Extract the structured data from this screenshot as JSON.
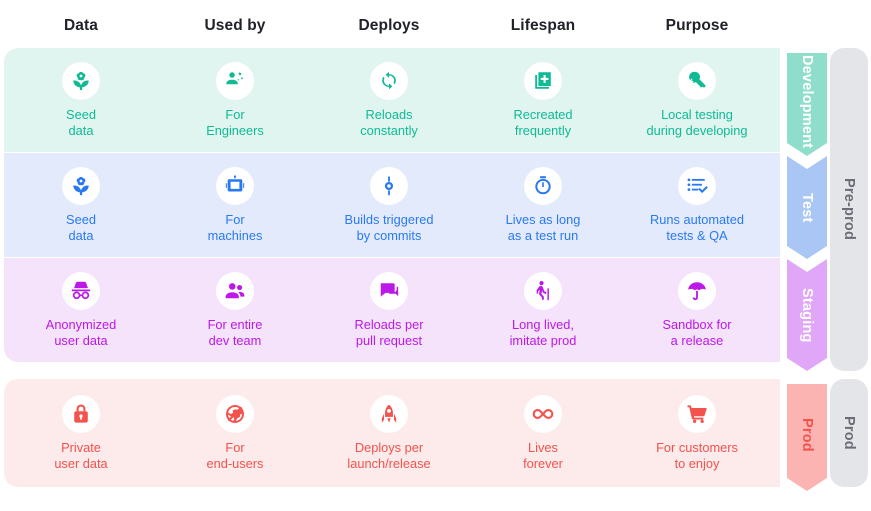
{
  "headers": [
    {
      "label": "Data"
    },
    {
      "label": "Used by"
    },
    {
      "label": "Deploys"
    },
    {
      "label": "Lifespan"
    },
    {
      "label": "Purpose"
    }
  ],
  "environments": [
    {
      "name": "Development",
      "arrow_label": "Development",
      "band_color": "#e0f5f0",
      "accent_color": "#0fba95",
      "arrow_color": "#8fdecb",
      "arrow_text_color": "#ffffff",
      "cells": [
        {
          "icon": "seed-flower-icon",
          "label": "Seed\ndata"
        },
        {
          "icon": "engineer-person-gears-icon",
          "label": "For\nEngineers"
        },
        {
          "icon": "reload-refresh-icon",
          "label": "Reloads\nconstantly"
        },
        {
          "icon": "add-document-copy-icon",
          "label": "Recreated\nfrequently"
        },
        {
          "icon": "wrench-icon",
          "label": "Local testing\nduring developing"
        }
      ]
    },
    {
      "name": "Test",
      "arrow_label": "Test",
      "band_color": "#e3eafc",
      "accent_color": "#2979f2",
      "arrow_color": "#a9c6f5",
      "arrow_text_color": "#ffffff",
      "cells": [
        {
          "icon": "seed-flower-icon",
          "label": "Seed\ndata"
        },
        {
          "icon": "robot-icon",
          "label": "For\nmachines"
        },
        {
          "icon": "commit-build-icon",
          "label": "Builds triggered\nby commits"
        },
        {
          "icon": "stopwatch-icon",
          "label": "Lives as long\nas a test run"
        },
        {
          "icon": "checklist-icon",
          "label": "Runs automated\ntests & QA"
        }
      ]
    },
    {
      "name": "Staging",
      "arrow_label": "Staging",
      "band_color": "#f5e2fb",
      "accent_color": "#bc19e8",
      "arrow_color": "#e0a6f8",
      "arrow_text_color": "#ffffff",
      "cells": [
        {
          "icon": "incognito-icon",
          "label": "Anonymized\nuser data"
        },
        {
          "icon": "people-group-icon",
          "label": "For entire\ndev team"
        },
        {
          "icon": "chat-bubbles-icon",
          "label": "Reloads per\npull request"
        },
        {
          "icon": "elderly-person-icon",
          "label": "Long lived,\nimitate prod"
        },
        {
          "icon": "umbrella-icon",
          "label": "Sandbox for\na release"
        }
      ]
    },
    {
      "name": "Prod",
      "arrow_label": "Prod",
      "band_color": "#fdeaea",
      "accent_color": "#f4524d",
      "arrow_color": "#fbb4b1",
      "arrow_text_color": "#f4524d",
      "cells": [
        {
          "icon": "lock-icon",
          "label": "Private\nuser data"
        },
        {
          "icon": "globe-blocked-icon",
          "label": "For\nend-users"
        },
        {
          "icon": "rocket-icon",
          "label": "Deploys per\nlaunch/release"
        },
        {
          "icon": "infinity-icon",
          "label": "Lives\nforever"
        },
        {
          "icon": "shopping-cart-icon",
          "label": "For customers\nto enjoy"
        }
      ]
    }
  ],
  "groups": [
    {
      "label": "Pre-prod",
      "color": "#e4e5e9"
    },
    {
      "label": "Prod",
      "color": "#e4e5e9"
    }
  ]
}
